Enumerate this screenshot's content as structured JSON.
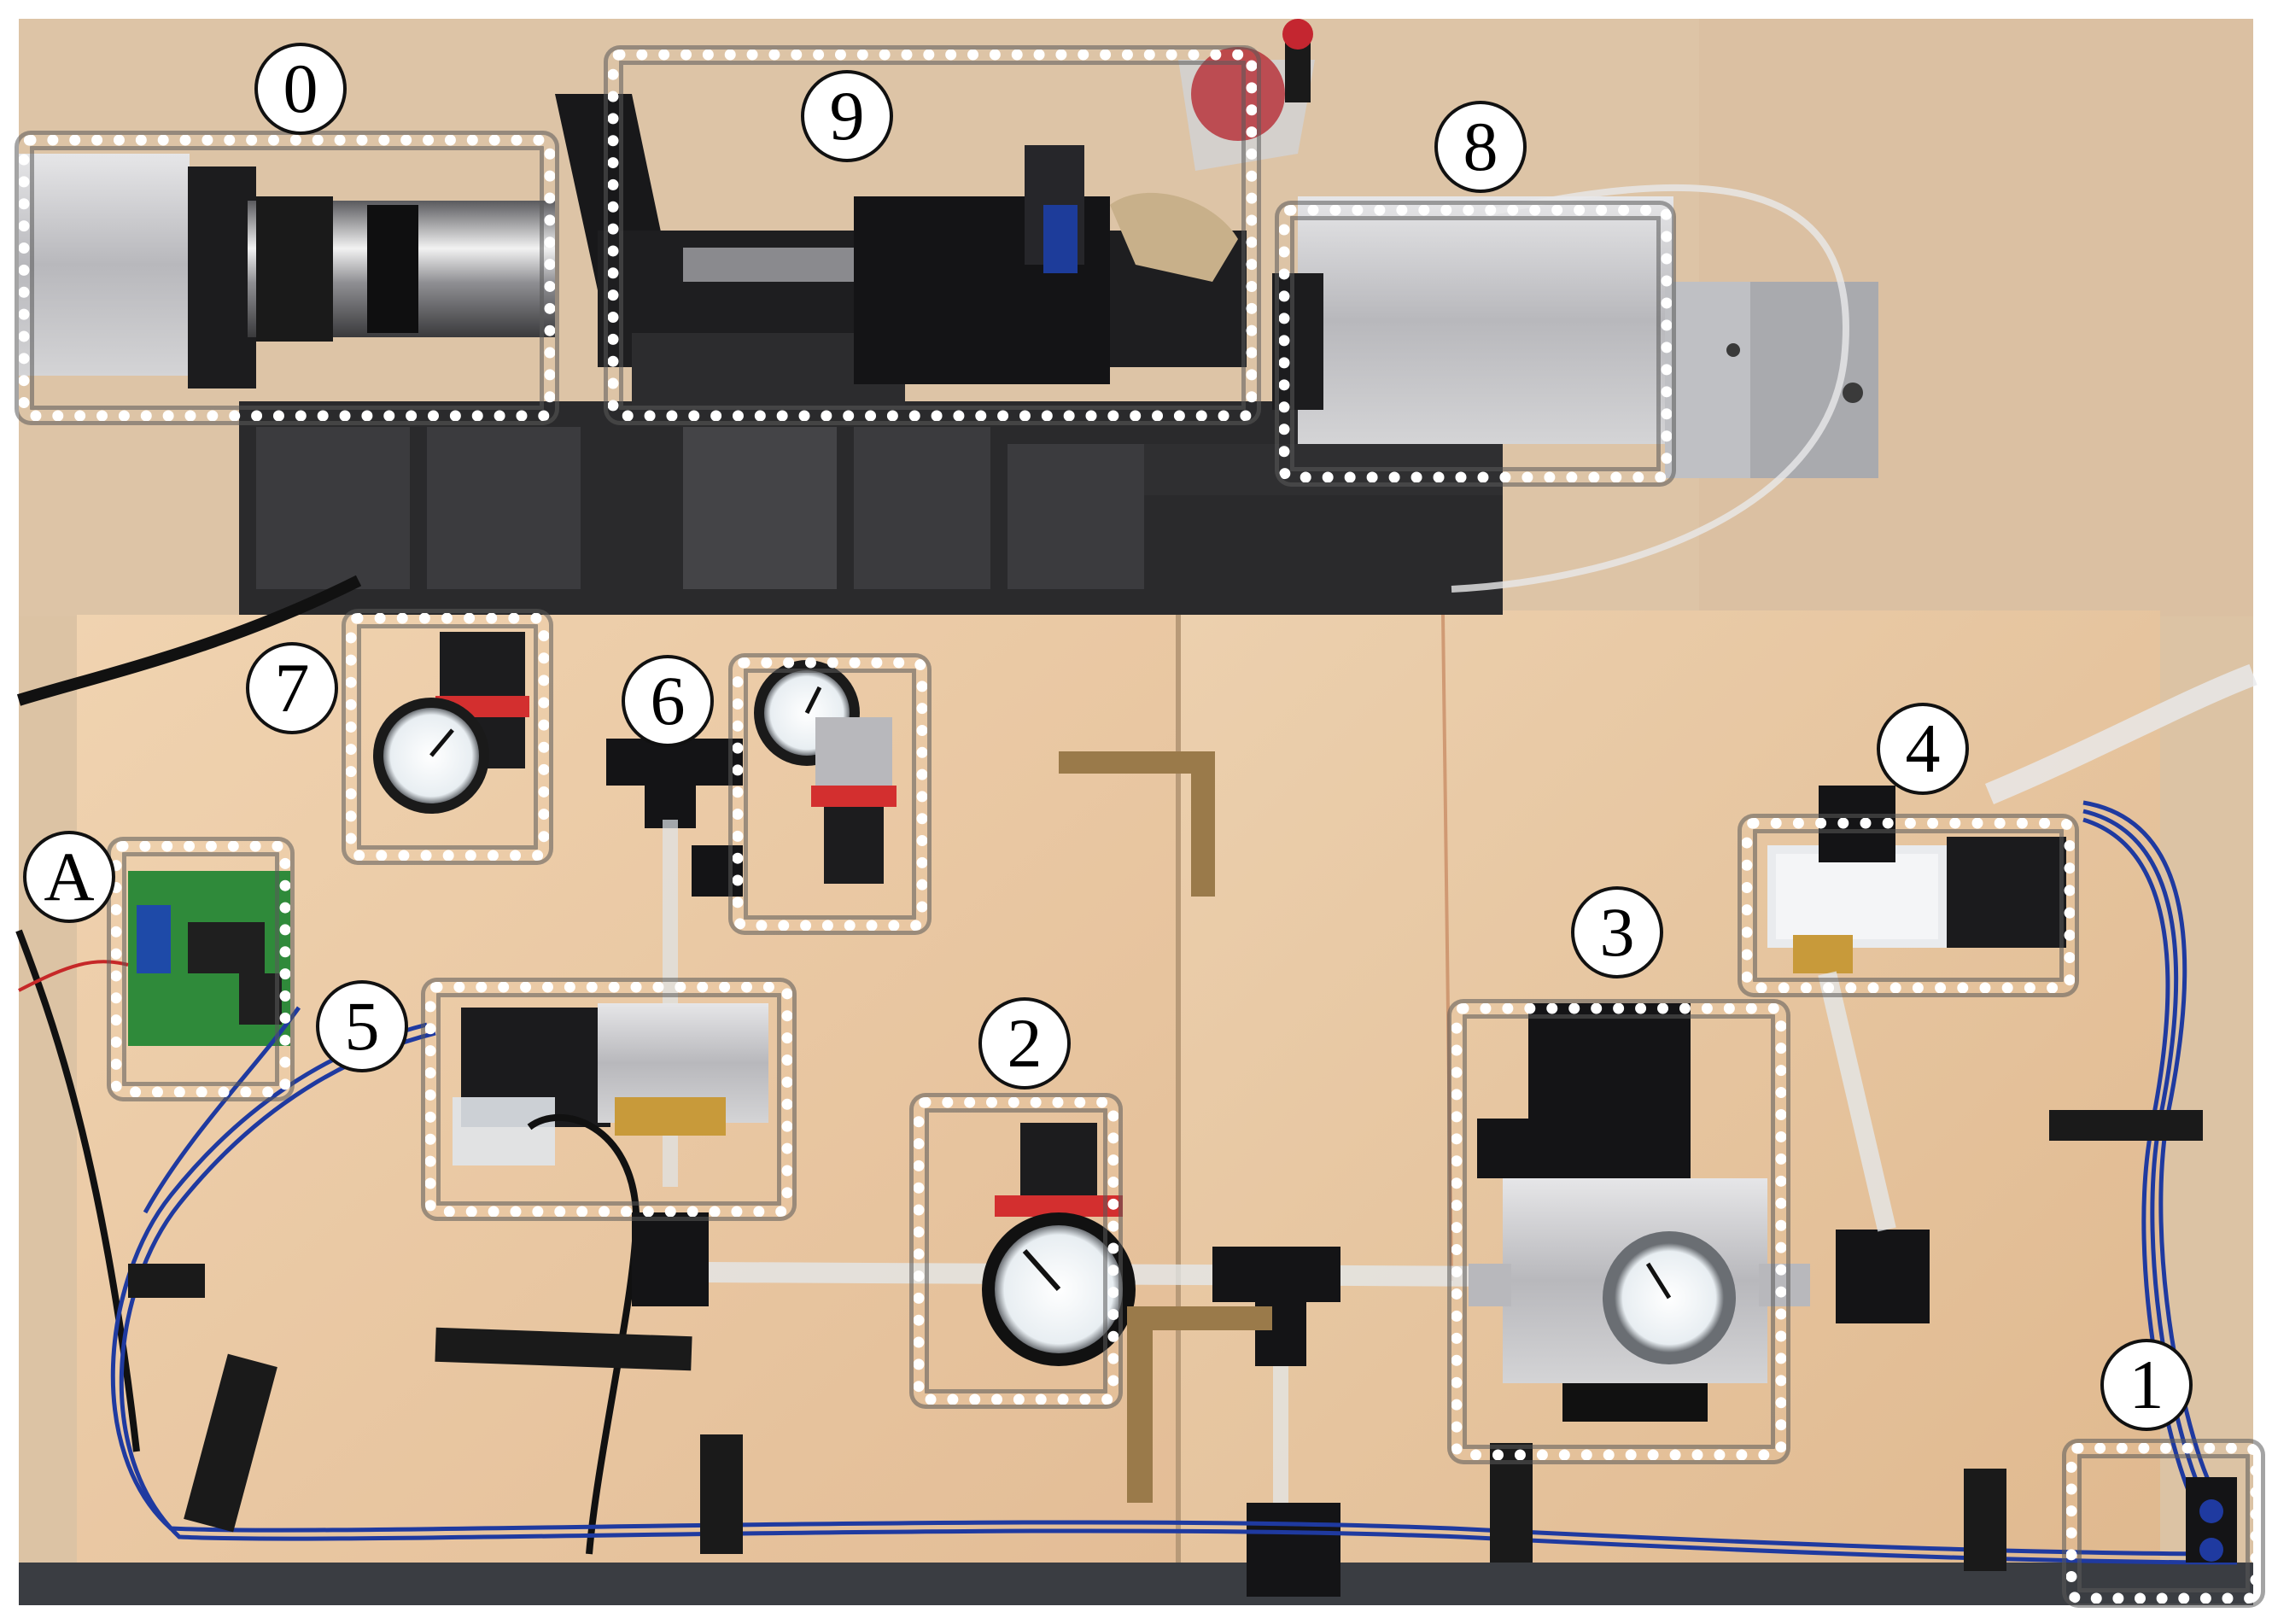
{
  "figure": {
    "description_visible": "pneumatic test bench photo with numbered component callouts",
    "labels": [
      "0",
      "9",
      "8",
      "7",
      "6",
      "A",
      "5",
      "4",
      "3",
      "2",
      "1"
    ],
    "colors": {
      "board": "#e8c9a6",
      "machine": "#1d1d1f",
      "aluminum": "#c9c9cc",
      "tubing_blue": "#1f3aa0",
      "frame_dots": "#ffffff",
      "callout_bg": "#ffffff",
      "callout_text": "#000000"
    }
  },
  "callouts": {
    "c0": "0",
    "c9": "9",
    "c8": "8",
    "c7": "7",
    "c6": "6",
    "cA": "A",
    "c5": "5",
    "c4": "4",
    "c3": "3",
    "c2": "2",
    "c1": "1"
  }
}
